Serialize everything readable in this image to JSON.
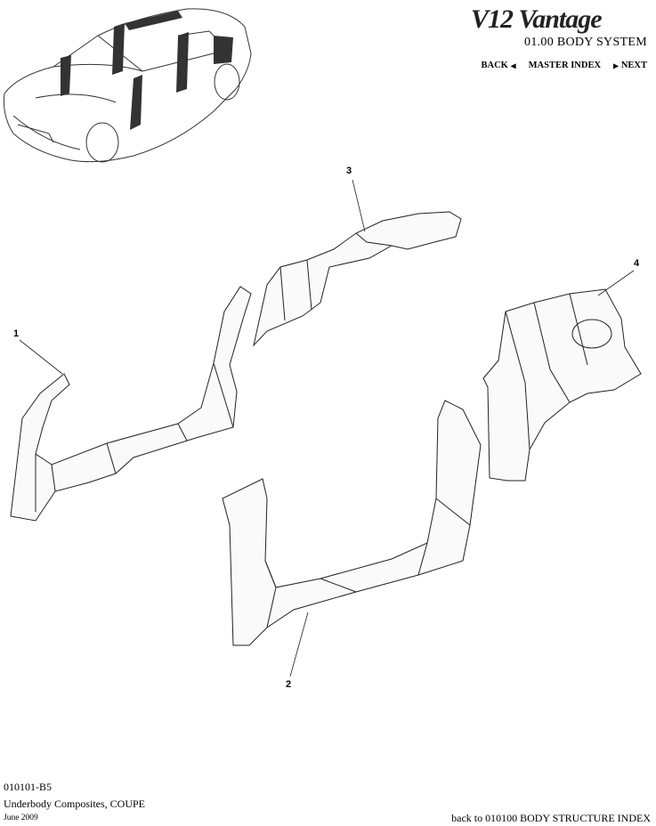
{
  "header": {
    "brand": "V12 Vantage",
    "section": "01.00 BODY SYSTEM",
    "nav": {
      "back": "BACK",
      "master_index": "MASTER INDEX",
      "next": "NEXT"
    }
  },
  "callouts": [
    "1",
    "2",
    "3",
    "4"
  ],
  "footer": {
    "code": "010101-B5",
    "title": "Underbody Composites, COUPE",
    "date": "June 2009",
    "back_link": "back to 010100 BODY STRUCTURE INDEX"
  }
}
